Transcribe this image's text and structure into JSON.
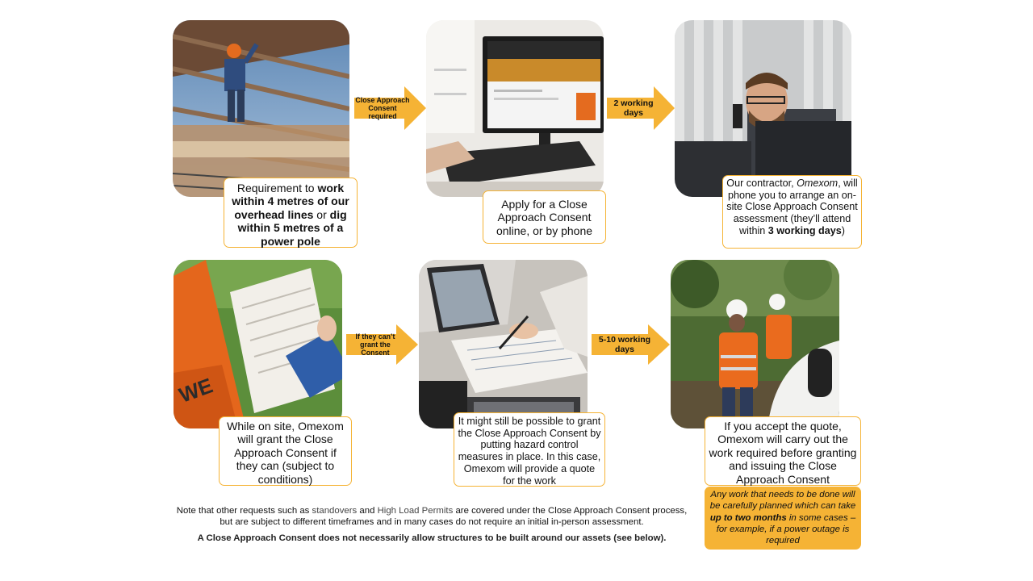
{
  "steps": [
    {
      "id": "s1",
      "caption_html": "Requirement to <b>work within 4 metres of our overhead lines</b> or <b>dig within 5 metres of a power pole</b>"
    },
    {
      "id": "s2",
      "caption_html": "Apply for a Close Approach Consent online, or by phone"
    },
    {
      "id": "s3",
      "caption_html": "Our contractor, <i>Omexom</i>, will phone you to arrange an on-site Close Approach Consent assessment (they’ll attend within <b>3 working days</b>)"
    },
    {
      "id": "s4",
      "caption_html": "While on site, Omexom will grant the Close Approach Consent if they can (subject to conditions)"
    },
    {
      "id": "s5",
      "caption_html": "It might still be possible to grant the Close Approach Consent by putting hazard control measures in place. In this case, Omexom will provide a quote for the work"
    },
    {
      "id": "s6",
      "caption_html": "If you accept the quote, Omexom will carry out the work required before granting and issuing the Close Approach Consent"
    }
  ],
  "arrows": {
    "a1": "Close Approach Consent required",
    "a2": "2 working days",
    "a3": "If they can’t grant the Consent",
    "a4": "5-10 working days"
  },
  "footnote_html": "<i>Any work that needs to be done will be carefully planned which can take <b>up to two months</b> in some cases – for example, if a power outage is required</i>",
  "note_line1_html": "Note that other requests such as <span class=\"grey\">standovers</span> and <span class=\"grey\">High Load Permits</span> are covered under the Close Approach Consent process, but are subject to different timeframes and in many cases do not require an initial in-person assessment.",
  "note_line2": "A Close Approach Consent does not necessarily allow structures to be built around our assets (see below).",
  "colors": {
    "accent": "#f5b335",
    "border": "#f5b335"
  }
}
